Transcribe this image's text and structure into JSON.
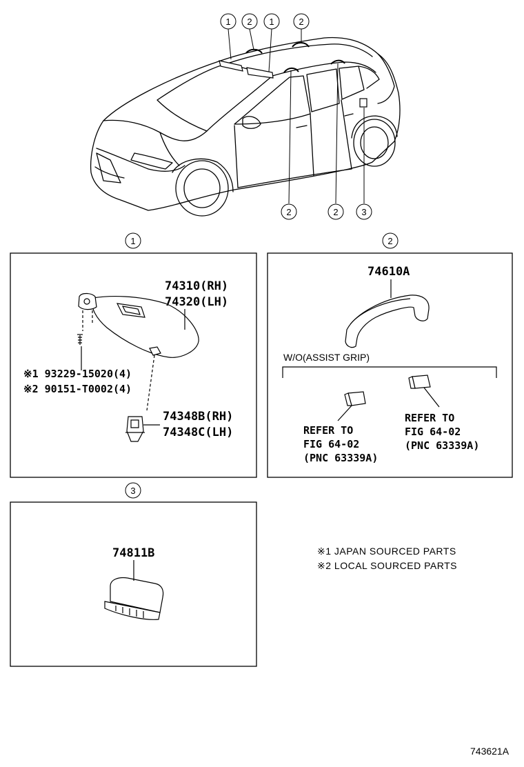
{
  "car_callouts": {
    "top": [
      "1",
      "2",
      "1",
      "2"
    ],
    "bottom": [
      "2",
      "2",
      "3"
    ]
  },
  "section1": {
    "marker": "1",
    "visor_rh": "74310(RH)",
    "visor_lh": "74320(LH)",
    "screw_j": "※1 93229-15020(4)",
    "screw_l": "※2 90151-T0002(4)",
    "holder_rh": "74348B(RH)",
    "holder_lh": "74348C(LH)"
  },
  "section2": {
    "marker": "2",
    "grip": "74610A",
    "wo_label": "W/O(ASSIST GRIP)",
    "refer_left": [
      "REFER TO",
      "FIG 64-02",
      "(PNC 63339A)"
    ],
    "refer_right": [
      "REFER TO",
      "FIG 64-02",
      "(PNC 63339A)"
    ]
  },
  "section3": {
    "marker": "3",
    "part": "74811B"
  },
  "notes": {
    "note1": "※1 JAPAN SOURCED PARTS",
    "note2": "※2 LOCAL SOURCED PARTS"
  },
  "figure_id": "743621A"
}
